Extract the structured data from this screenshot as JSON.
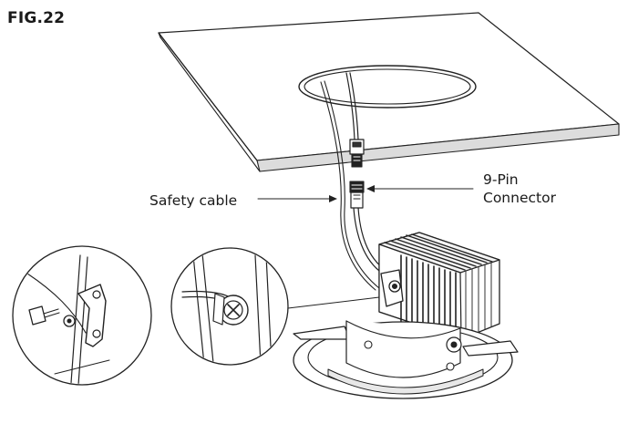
{
  "figure": {
    "label": "FIG.22"
  },
  "callouts": {
    "safety_cable": "Safety cable",
    "connector_line1": "9-Pin",
    "connector_line2": "Connector"
  }
}
